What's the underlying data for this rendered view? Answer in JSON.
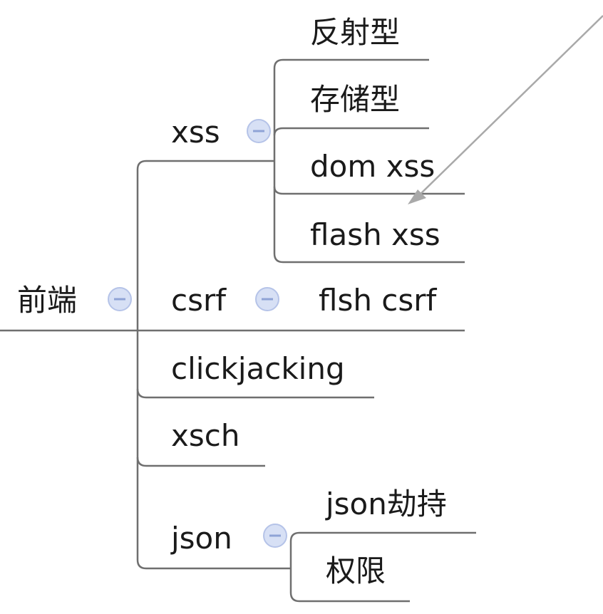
{
  "root": {
    "label": "前端"
  },
  "branches": {
    "xss": {
      "label": "xss",
      "children": [
        "反射型",
        "存储型",
        "dom xss",
        "flash xss"
      ]
    },
    "csrf": {
      "label": "csrf",
      "children": [
        "flsh csrf"
      ]
    },
    "clickjacking": {
      "label": "clickjacking"
    },
    "xsch": {
      "label": "xsch"
    },
    "json": {
      "label": "json",
      "children": [
        "json劫持",
        "权限"
      ]
    }
  },
  "colors": {
    "connector": "#6f6f6f",
    "collapse_button": "#d7e0f5",
    "relationship_arrow": "#a9a9a9",
    "text": "#1a1a1a"
  }
}
